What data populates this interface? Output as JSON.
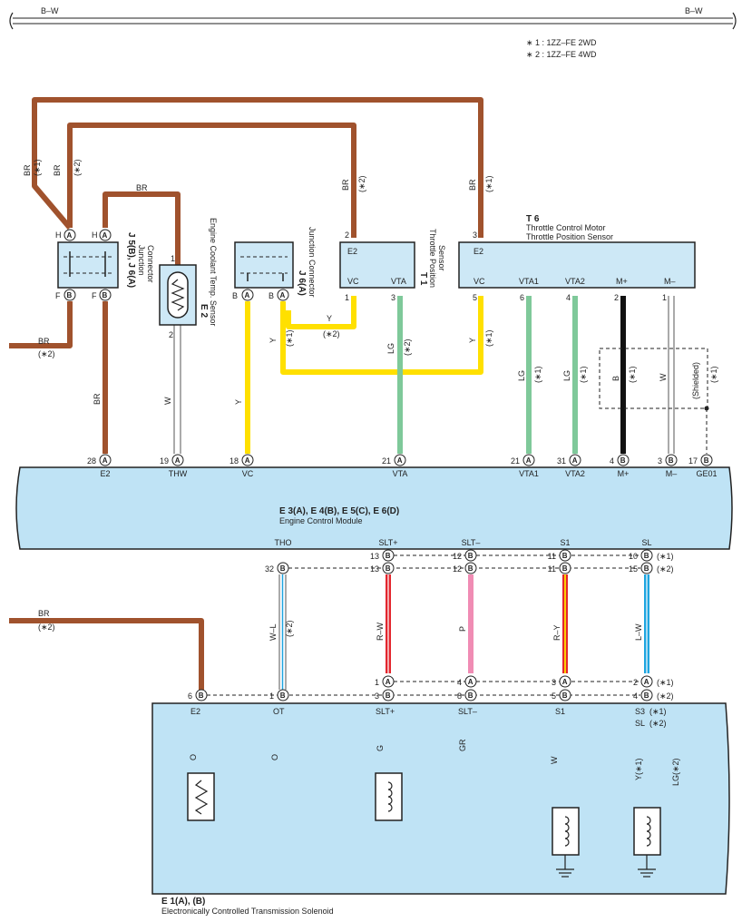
{
  "header": {
    "bus_left": "B–W",
    "bus_right": "B–W"
  },
  "notes": [
    "∗ 1 : 1ZZ–FE 2WD",
    "∗ 2 : 1ZZ–FE 4WD"
  ],
  "components": {
    "j5": {
      "title": "J 5(B), J 6(A)",
      "sub1": "Junction",
      "sub2": "Connector",
      "pin_h1": "H",
      "pin_h2": "H",
      "pin_f1": "F",
      "pin_f2": "F"
    },
    "e2": {
      "title": "E 2",
      "sub": "Engine Coolant Temp.  Sensor",
      "pin1": "1",
      "pin2": "2"
    },
    "j6": {
      "title": "J 6(A)",
      "sub": "Junction Connector"
    },
    "t1": {
      "title": "T 1",
      "sub1": "Throttle Position",
      "sub2": "Sensor",
      "pin_e2": "E2",
      "pin_vc": "VC",
      "pin_vta": "VTA",
      "n2": "2",
      "n1": "1",
      "n3": "3"
    },
    "t6": {
      "title": "T 6",
      "sub1": "Throttle Control Motor",
      "sub2": "Throttle Position Sensor",
      "pin_e2": "E2",
      "pin_vc": "VC",
      "pin_vta1": "VTA1",
      "pin_vta2": "VTA2",
      "pin_mp": "M+",
      "pin_mm": "M–",
      "n3": "3",
      "n5": "5",
      "n6": "6",
      "n4": "4",
      "n2": "2",
      "n1": "1"
    },
    "ecm": {
      "title": "E 3(A), E 4(B), E 5(C), E 6(D)",
      "sub": "Engine Control Module"
    },
    "e1": {
      "title": "E 1(A), (B)",
      "sub": "Electronically Controlled Transmission Solenoid"
    }
  },
  "ecm_top_pins": [
    {
      "num": "28",
      "letter": "A",
      "name": "E2"
    },
    {
      "num": "19",
      "letter": "A",
      "name": "THW"
    },
    {
      "num": "18",
      "letter": "A",
      "name": "VC"
    },
    {
      "num": "21",
      "letter": "A",
      "name": "VTA"
    },
    {
      "num": "21",
      "letter": "A",
      "name": "VTA1"
    },
    {
      "num": "31",
      "letter": "A",
      "name": "VTA2"
    },
    {
      "num": "4",
      "letter": "B",
      "name": "M+"
    },
    {
      "num": "3",
      "letter": "B",
      "name": "M–"
    },
    {
      "num": "17",
      "letter": "B",
      "name": "GE01"
    }
  ],
  "ecm_bottom_pins": [
    {
      "name": "THO",
      "row1": "",
      "row2": "32",
      "letter": "B"
    },
    {
      "name": "SLT+",
      "row1": "13",
      "row2": "13",
      "letter": "B"
    },
    {
      "name": "SLT–",
      "row1": "12",
      "row2": "12",
      "letter": "B"
    },
    {
      "name": "S1",
      "row1": "11",
      "row2": "11",
      "letter": "B"
    },
    {
      "name": "SL",
      "row1": "10",
      "row2": "15",
      "letter": "B"
    }
  ],
  "e1_pins": {
    "row1": [
      "1",
      "4",
      "3",
      "2"
    ],
    "row2": [
      "6",
      "1",
      "3",
      "8",
      "5",
      "4"
    ],
    "names": [
      "E2",
      "OT",
      "SLT+",
      "SLT–",
      "S1",
      "S3",
      "SL"
    ]
  },
  "variant_tags": {
    "v1": "(∗1)",
    "v2": "(∗2)"
  },
  "wires": {
    "br": "BR",
    "w": "W",
    "y": "Y",
    "lg": "LG",
    "b": "B",
    "o": "O",
    "g": "G",
    "gr": "GR",
    "wl": "W–L",
    "rw": "R–W",
    "p": "P",
    "ry": "R–Y",
    "lw": "L–W",
    "y1": "Y(∗1)",
    "lg2": "LG(∗2)",
    "shielded": "(Shielded)"
  },
  "colors": {
    "brown": "#a0522d",
    "yellow": "#ffe000",
    "green_light": "#7fc99a",
    "black": "#111111",
    "orange": "#f7941d",
    "green": "#00a651",
    "gray": "#8c8c8c",
    "red": "#e3262e",
    "pink": "#f08cb4",
    "blue": "#1ea5e0",
    "fill_box": "#cde8f6",
    "fill_ecm": "#bfe3f5"
  }
}
